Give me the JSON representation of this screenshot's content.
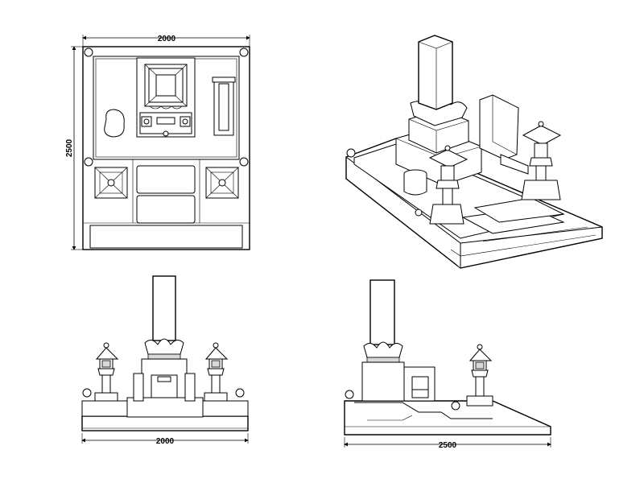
{
  "dimensions": {
    "plan_width": "2000",
    "plan_depth": "2500",
    "front_width": "2000",
    "side_depth": "2500"
  }
}
